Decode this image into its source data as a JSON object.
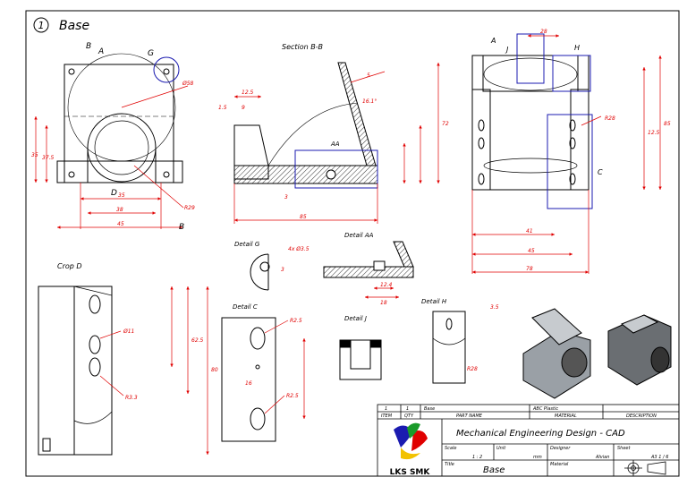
{
  "sheet": {
    "view_number": "1",
    "view_title": "Base",
    "labels": {
      "section": "Section B-B",
      "detail_g": "Detail G",
      "detail_aa": "Detail AA",
      "crop_d": "Crop D",
      "detail_c": "Detail C",
      "detail_j": "Detail J",
      "detail_h": "Detail H",
      "b_top": "B",
      "b_bottom": "B",
      "a_front": "A",
      "a_side": "A",
      "d_front": "D",
      "g_front": "G",
      "j_side": "J",
      "h_side": "H",
      "c_side": "C",
      "aa_section": "AA"
    },
    "dims": {
      "d35": "35",
      "d38": "38",
      "d45": "45",
      "o58": "Ø58",
      "r29": "R29",
      "v35": "35",
      "v37": "37.5",
      "s85": "85",
      "s72": "72",
      "s5": "5",
      "s3": "3",
      "s161": "16.1°",
      "s125": "12.5",
      "s15": "1.5",
      "s9": "9",
      "r28": "R28",
      "f28": "28",
      "f125": "12.5",
      "f85": "85",
      "f41": "41",
      "f45": "45",
      "f78": "78",
      "g4": "4x Ø3.5",
      "g3": "3",
      "aa24": "12.4",
      "aa18": "18",
      "cr1": "Ø11",
      "cr2": "R3.3",
      "cr80": "80",
      "cr625": "62.5",
      "c25": "R2.5",
      "c255": "R2.5",
      "c16": "16",
      "h35": "3.5",
      "h28": "R28"
    },
    "colors": {
      "dim": "#e00000",
      "line": "#000000",
      "mark": "#1b1bb0"
    }
  },
  "title_block": {
    "bom": {
      "item": "1",
      "qty": "1",
      "part_name": "Base",
      "material": "ABC Plastic"
    },
    "bom_headers": {
      "item": "ITEM",
      "qty": "QTY",
      "part_name": "PART NAME",
      "material": "MATERIAL",
      "description": "DESCRIPTION"
    },
    "company": "LKS SMK",
    "project": "Mechanical Engineering Design - CAD",
    "scale_label": "Scale",
    "scale_value": "1 : 2",
    "unit_label": "Unit",
    "unit_value": "mm",
    "designer_label": "Designer",
    "designer_value": "Alvian",
    "sheet_label": "Sheet",
    "sheet_value": "A3  1 / 6",
    "title_label": "Title",
    "title_value": "Base",
    "material_label": "Material"
  }
}
